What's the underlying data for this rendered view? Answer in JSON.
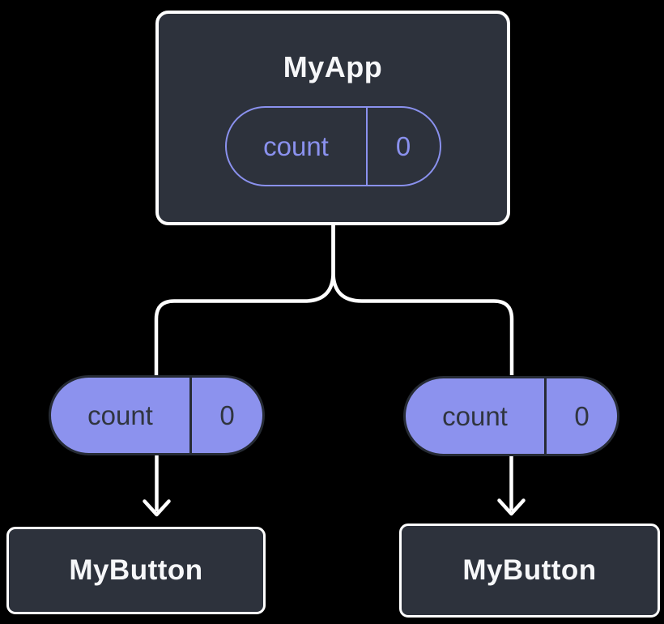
{
  "colors": {
    "background": "#000000",
    "node_fill": "#2d323c",
    "node_border": "#ffffff",
    "accent_purple": "#8a91ee",
    "pill_fill": "#8c92ee",
    "pill_dark_border": "#262b34",
    "pill_dark_text": "#30353f",
    "connector": "#ffffff",
    "title_text": "#f6f7f9"
  },
  "diagram": {
    "root": {
      "title": "MyApp",
      "state_pill": {
        "label": "count",
        "value": "0"
      }
    },
    "children": [
      {
        "title": "MyButton",
        "prop_pill": {
          "label": "count",
          "value": "0"
        }
      },
      {
        "title": "MyButton",
        "prop_pill": {
          "label": "count",
          "value": "0"
        }
      }
    ]
  }
}
